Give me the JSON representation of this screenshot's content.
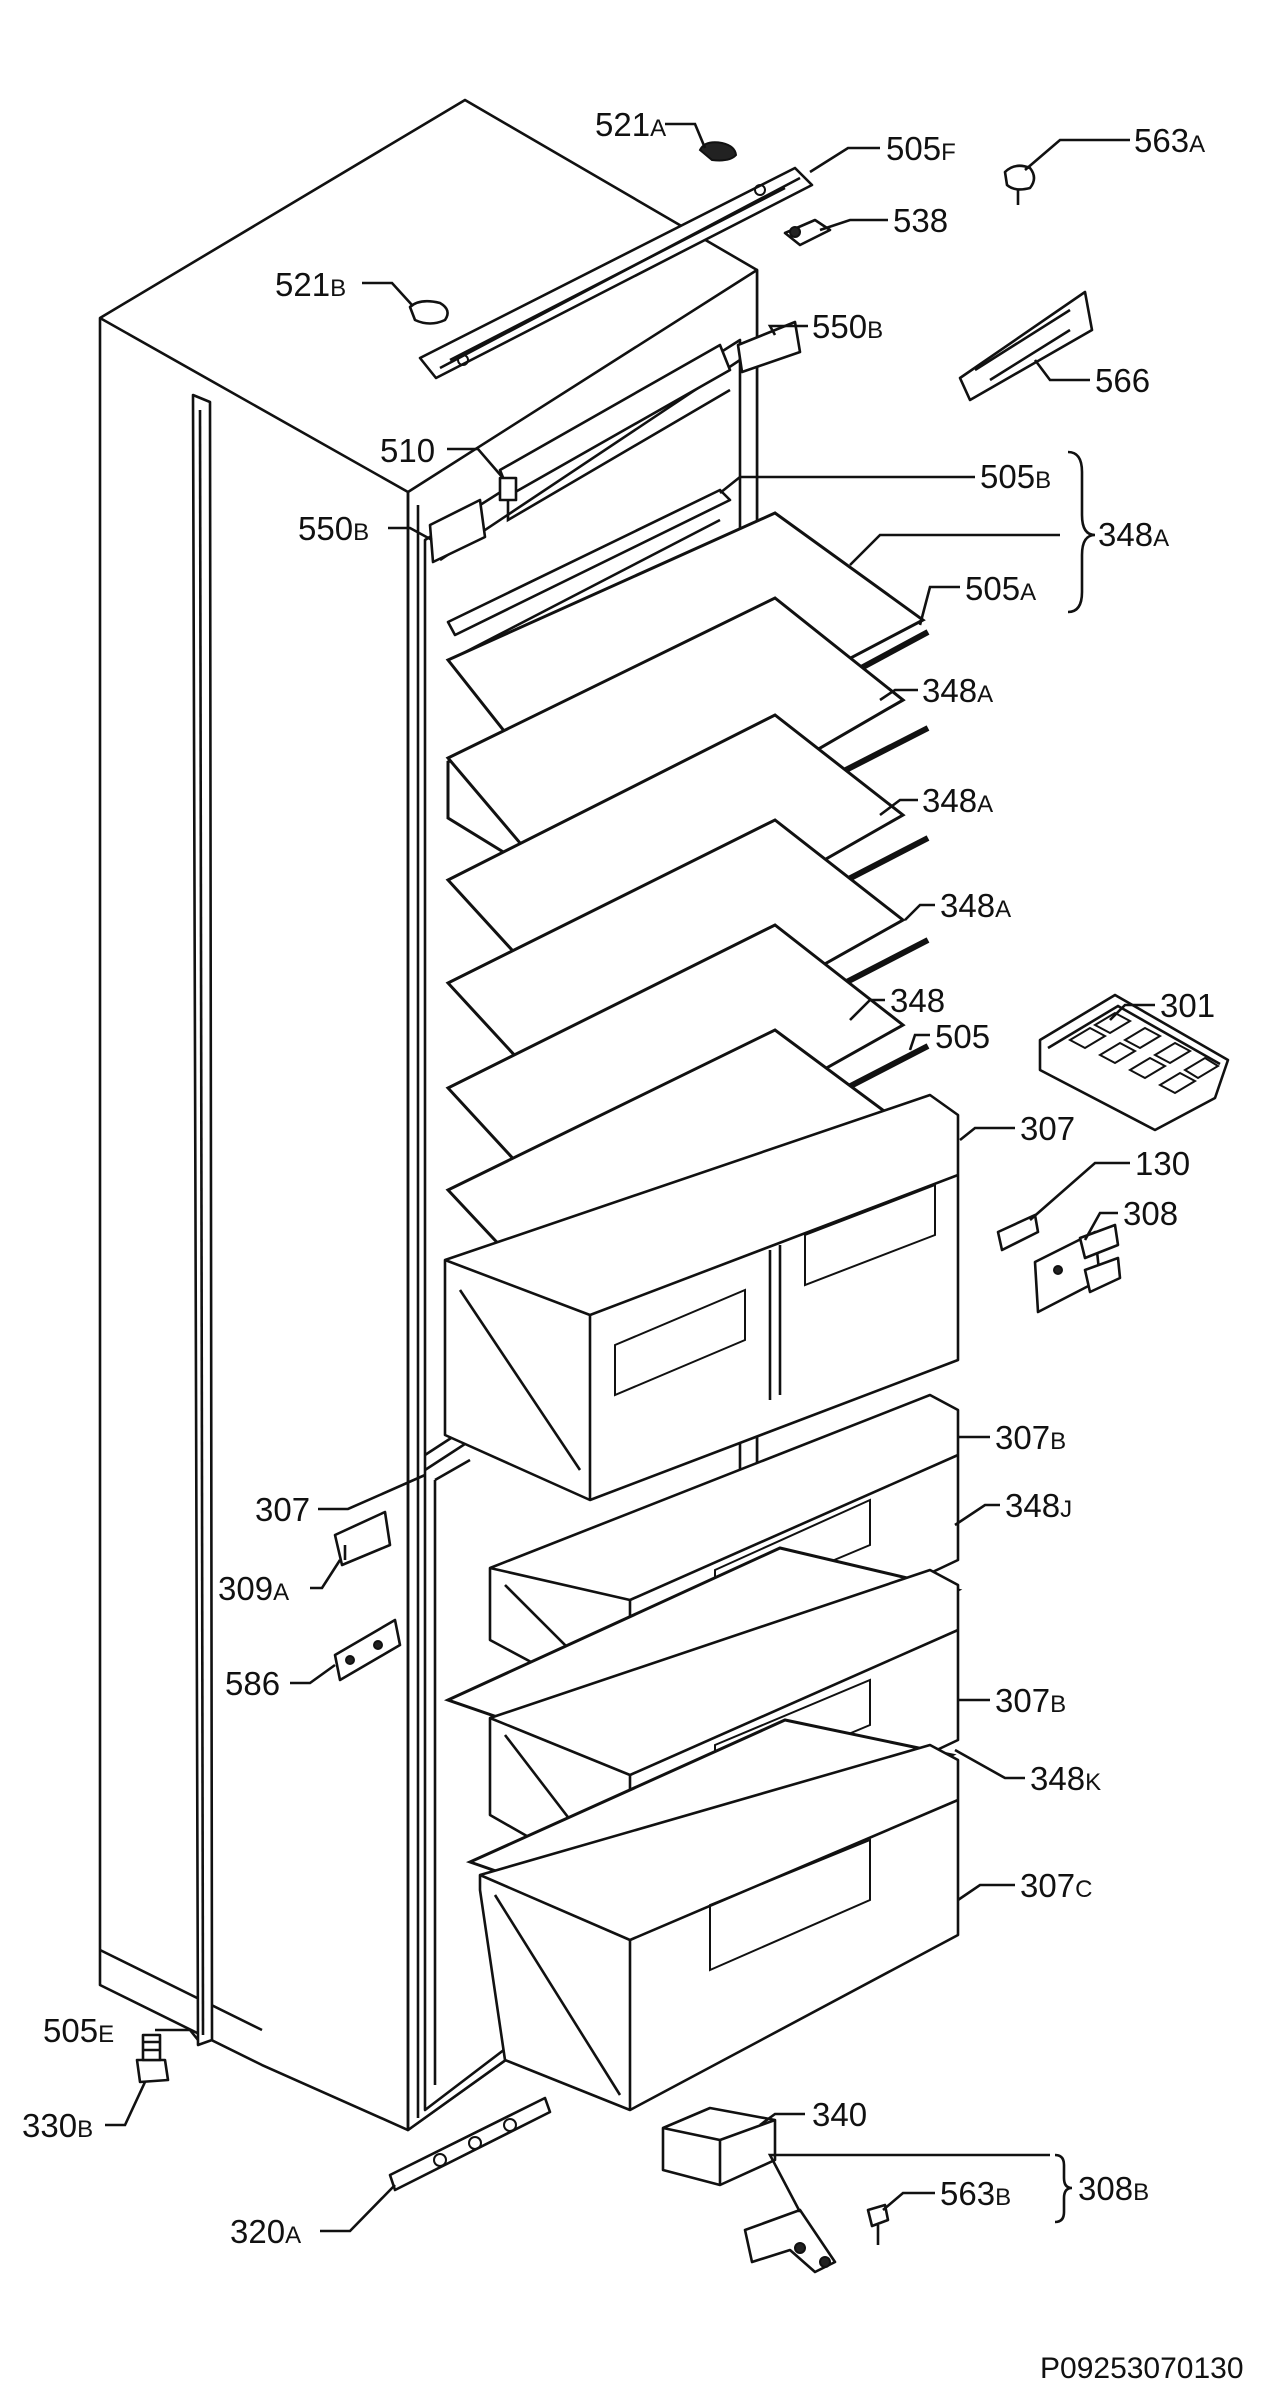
{
  "labels": [
    {
      "id": "521a-top",
      "text": "521",
      "suffix": "A"
    },
    {
      "id": "505f",
      "text": "505",
      "suffix": "F"
    },
    {
      "id": "563a",
      "text": "563",
      "suffix": "A"
    },
    {
      "id": "538",
      "text": "538",
      "suffix": ""
    },
    {
      "id": "521b",
      "text": "521",
      "suffix": "B"
    },
    {
      "id": "550b-right",
      "text": "550",
      "suffix": "B"
    },
    {
      "id": "566",
      "text": "566",
      "suffix": ""
    },
    {
      "id": "510",
      "text": "510",
      "suffix": ""
    },
    {
      "id": "505b",
      "text": "505",
      "suffix": "B"
    },
    {
      "id": "550b-left",
      "text": "550",
      "suffix": "B"
    },
    {
      "id": "348a-bracket",
      "text": "348",
      "suffix": "A"
    },
    {
      "id": "505a",
      "text": "505",
      "suffix": "A"
    },
    {
      "id": "348a-1",
      "text": "348",
      "suffix": "A"
    },
    {
      "id": "348a-2",
      "text": "348",
      "suffix": "A"
    },
    {
      "id": "348a-3",
      "text": "348",
      "suffix": "A"
    },
    {
      "id": "348",
      "text": "348",
      "suffix": ""
    },
    {
      "id": "505",
      "text": "505",
      "suffix": ""
    },
    {
      "id": "301",
      "text": "301",
      "suffix": ""
    },
    {
      "id": "307-right",
      "text": "307",
      "suffix": ""
    },
    {
      "id": "130",
      "text": "130",
      "suffix": ""
    },
    {
      "id": "308",
      "text": "308",
      "suffix": ""
    },
    {
      "id": "307b-1",
      "text": "307",
      "suffix": "B"
    },
    {
      "id": "307-left",
      "text": "307",
      "suffix": ""
    },
    {
      "id": "348j",
      "text": "348",
      "suffix": "J"
    },
    {
      "id": "309a",
      "text": "309",
      "suffix": "A"
    },
    {
      "id": "586",
      "text": "586",
      "suffix": ""
    },
    {
      "id": "307b-2",
      "text": "307",
      "suffix": "B"
    },
    {
      "id": "348k",
      "text": "348",
      "suffix": "K"
    },
    {
      "id": "307c",
      "text": "307",
      "suffix": "C"
    },
    {
      "id": "505e",
      "text": "505",
      "suffix": "E"
    },
    {
      "id": "340",
      "text": "340",
      "suffix": ""
    },
    {
      "id": "330b",
      "text": "330",
      "suffix": "B"
    },
    {
      "id": "308b",
      "text": "308",
      "suffix": "B"
    },
    {
      "id": "563b",
      "text": "563",
      "suffix": "B"
    },
    {
      "id": "320a",
      "text": "320",
      "suffix": "A"
    }
  ],
  "drawing_code": "P09253070130"
}
